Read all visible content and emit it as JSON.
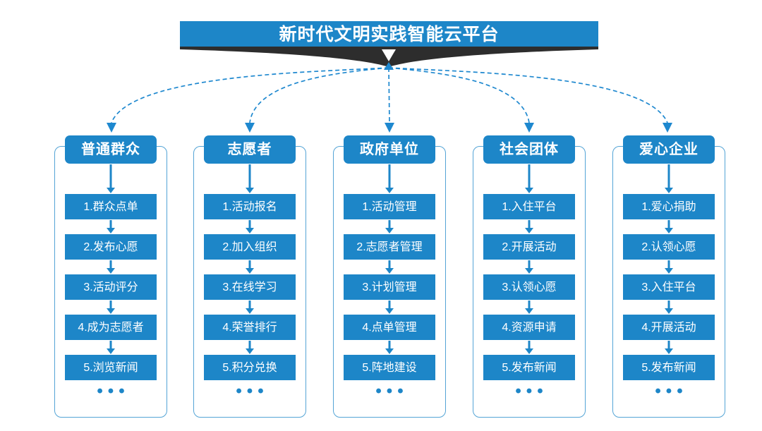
{
  "title": "新时代文明实践智能云平台",
  "colors": {
    "primary_blue": "#1d86c8",
    "dashed_line_blue": "#1e88cf",
    "outline_blue": "#54a4d6",
    "banner_black": "#2d2d2d"
  },
  "columns": [
    {
      "header": "普通群众",
      "items": [
        "1.群众点单",
        "2.发布心愿",
        "3.活动评分",
        "4.成为志愿者",
        "5.浏览新闻"
      ],
      "more": "•••"
    },
    {
      "header": "志愿者",
      "items": [
        "1.活动报名",
        "2.加入组织",
        "3.在线学习",
        "4.荣誉排行",
        "5.积分兑换"
      ],
      "more": "•••"
    },
    {
      "header": "政府单位",
      "items": [
        "1.活动管理",
        "2.志愿者管理",
        "3.计划管理",
        "4.点单管理",
        "5.阵地建设"
      ],
      "more": "•••"
    },
    {
      "header": "社会团体",
      "items": [
        "1.入住平台",
        "2.开展活动",
        "3.认领心愿",
        "4.资源申请",
        "5.发布新闻"
      ],
      "more": "•••"
    },
    {
      "header": "爱心企业",
      "items": [
        "1.爱心捐助",
        "2.认领心愿",
        "3.入住平台",
        "4.开展活动",
        "5.发布新闻"
      ],
      "more": "•••"
    }
  ]
}
